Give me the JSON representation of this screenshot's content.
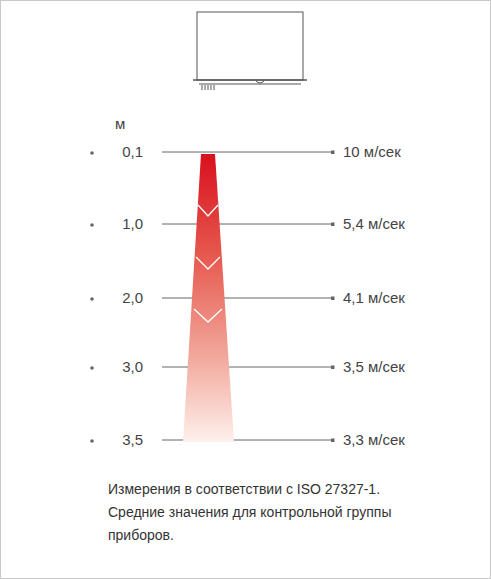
{
  "diagram": {
    "caption": "Измерения в соответствии с ISO 27327-1. Средние значения для контрольной группы приборов.",
    "labels": [
      "м",
      "0,1",
      "10 м/сек",
      "1,0",
      "5,4 м/сек",
      "2,0",
      "4,1 м/сек",
      "3,0",
      "3,5 м/сек",
      "3,5",
      "3,3 м/сек"
    ]
  }
}
